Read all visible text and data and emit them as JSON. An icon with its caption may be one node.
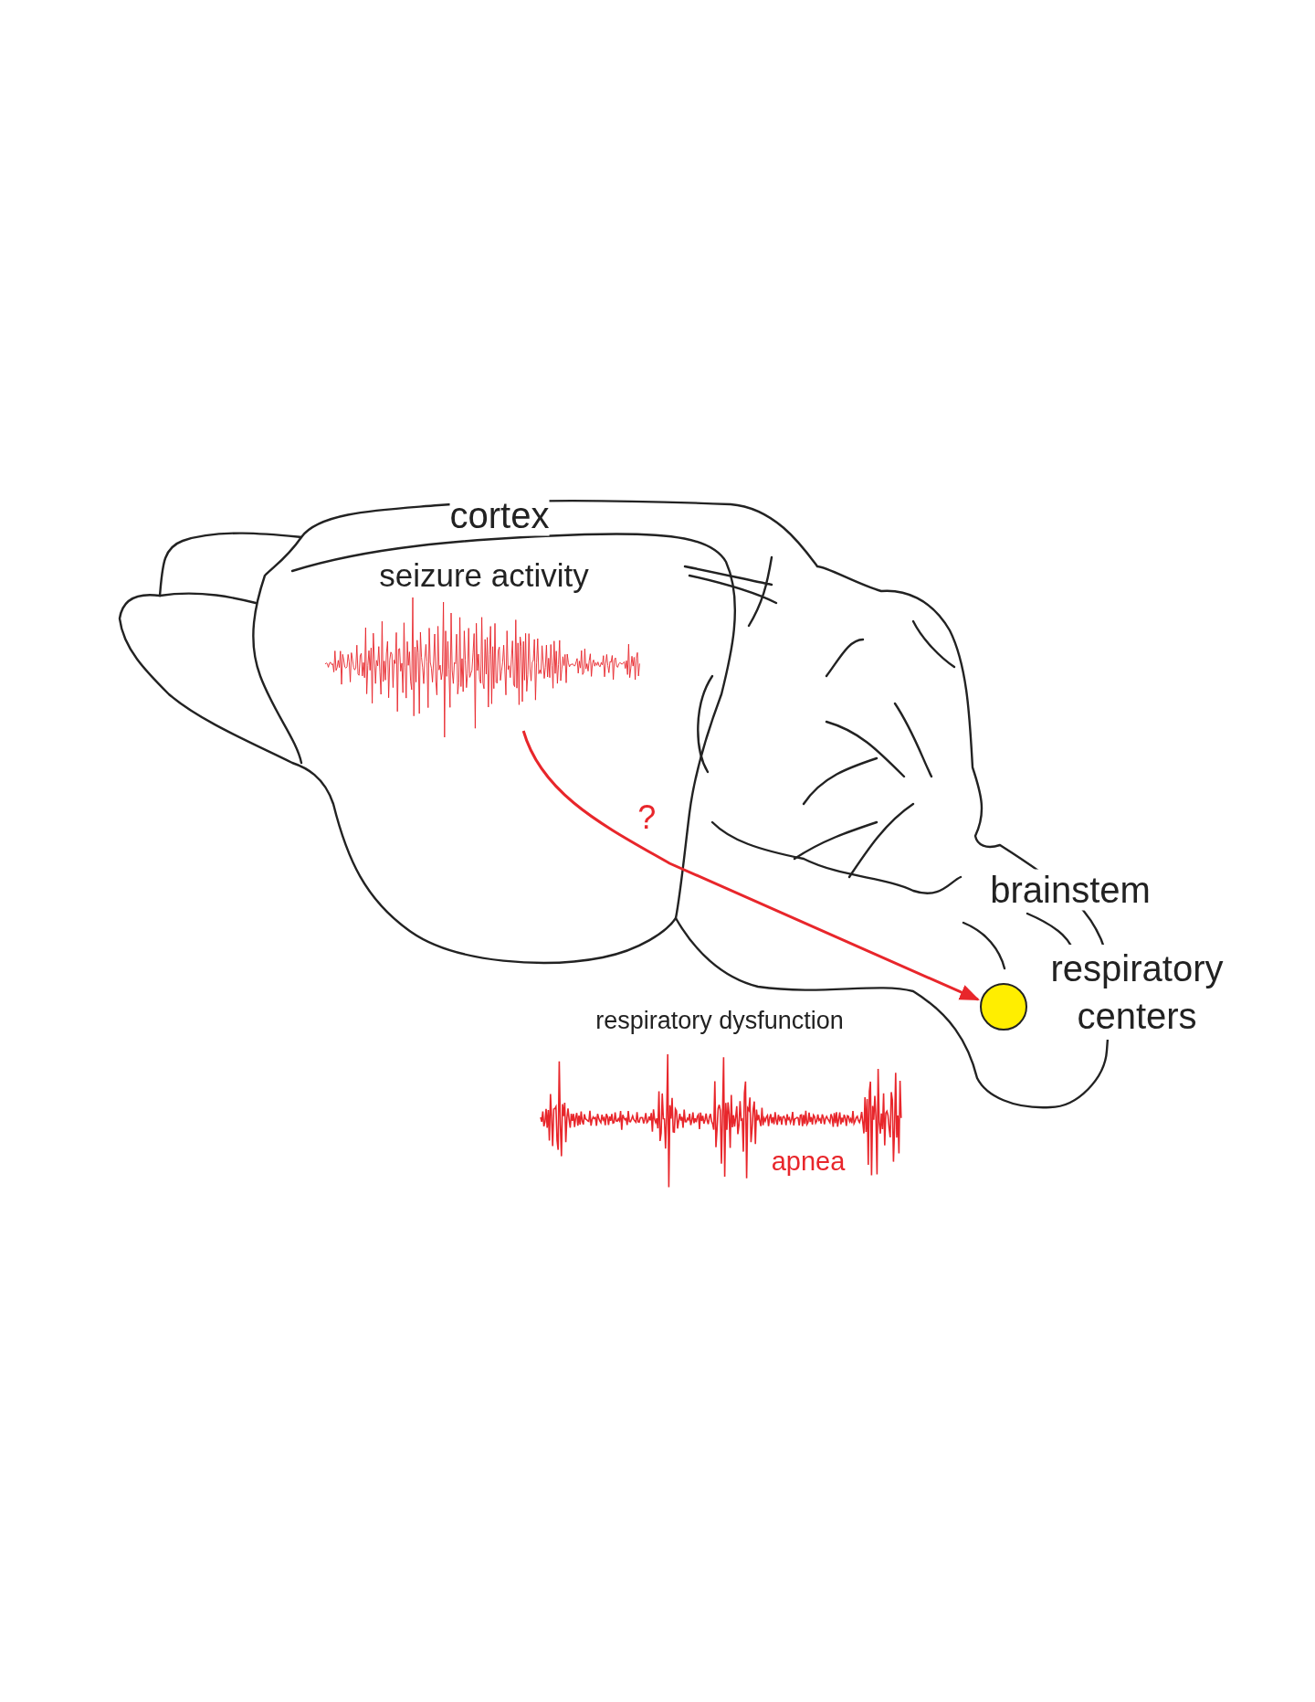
{
  "diagram": {
    "nodes": [
      {
        "text": [
          "seizure activity"
        ]
      },
      {
        "text": [],
        "shape": "circle",
        "beside": [
          "respiratory centers"
        ]
      }
    ],
    "edges": [
      {
        "from": 0,
        "to": 1,
        "arrow": "to",
        "label": "?",
        "color": "#e8262b"
      }
    ],
    "labels": [
      "cortex",
      "brainstem",
      "respiratory dysfunction",
      "apnea"
    ]
  }
}
